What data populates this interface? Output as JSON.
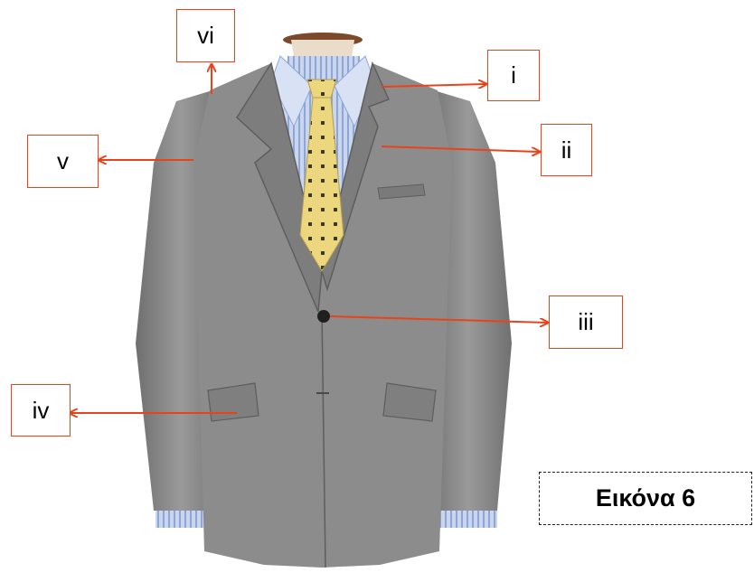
{
  "labels": {
    "i": "i",
    "ii": "ii",
    "iii": "iii",
    "iv": "iv",
    "v": "v",
    "vi": "vi"
  },
  "caption": "Εικόνα 6",
  "colors": {
    "arrow": "#e8431b",
    "suit": "#8a8a8a",
    "shirt": "#b9c9e6",
    "tie": "#e8d27a"
  }
}
